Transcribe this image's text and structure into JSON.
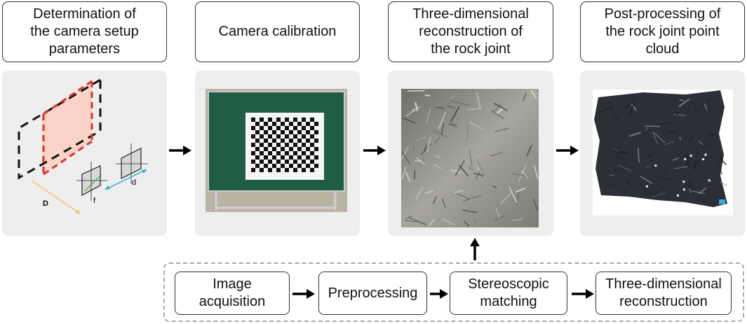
{
  "stages": [
    {
      "title": "Determination of\nthe camera setup\nparameters"
    },
    {
      "title": "Camera calibration"
    },
    {
      "title": "Three-dimensional\nreconstruction of\nthe rock joint"
    },
    {
      "title": "Post-processing of\nthe rock joint point\ncloud"
    }
  ],
  "setup_diagram": {
    "distance_label": "D",
    "focal_label": "f",
    "baseline_label": "d",
    "highlight_color": "#fbd3c8",
    "dash_highlight_color": "#e0322a",
    "D_arrow_color": "#f2c46a",
    "d_arrow_color": "#2ab0c8"
  },
  "reconstruction_steps": [
    {
      "label": "Image\nacquisition"
    },
    {
      "label": "Preprocessing"
    },
    {
      "label": "Stereoscopic\nmatching"
    },
    {
      "label": "Three-dimensional\nreconstruction"
    }
  ],
  "colors": {
    "board_green": "#1f5e45",
    "rock_gray": "#8f8f86",
    "cloud_dark": "#2c3036"
  }
}
